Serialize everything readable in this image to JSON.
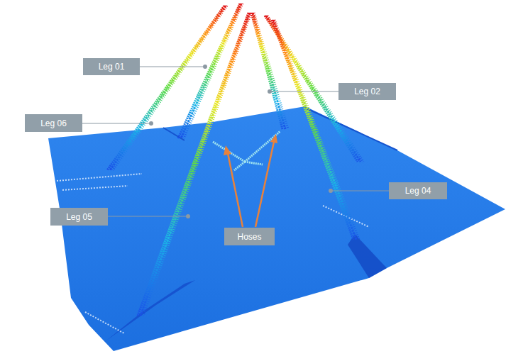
{
  "diagram": {
    "nodes": [
      {
        "text": [
          "Leg 01"
        ]
      },
      {
        "text": [
          "Leg 02"
        ]
      },
      {
        "text": [
          "Leg 06"
        ]
      },
      {
        "text": [
          "Leg 04"
        ]
      },
      {
        "text": [
          "Leg 05"
        ]
      },
      {
        "text": [
          "Hoses"
        ]
      }
    ]
  }
}
